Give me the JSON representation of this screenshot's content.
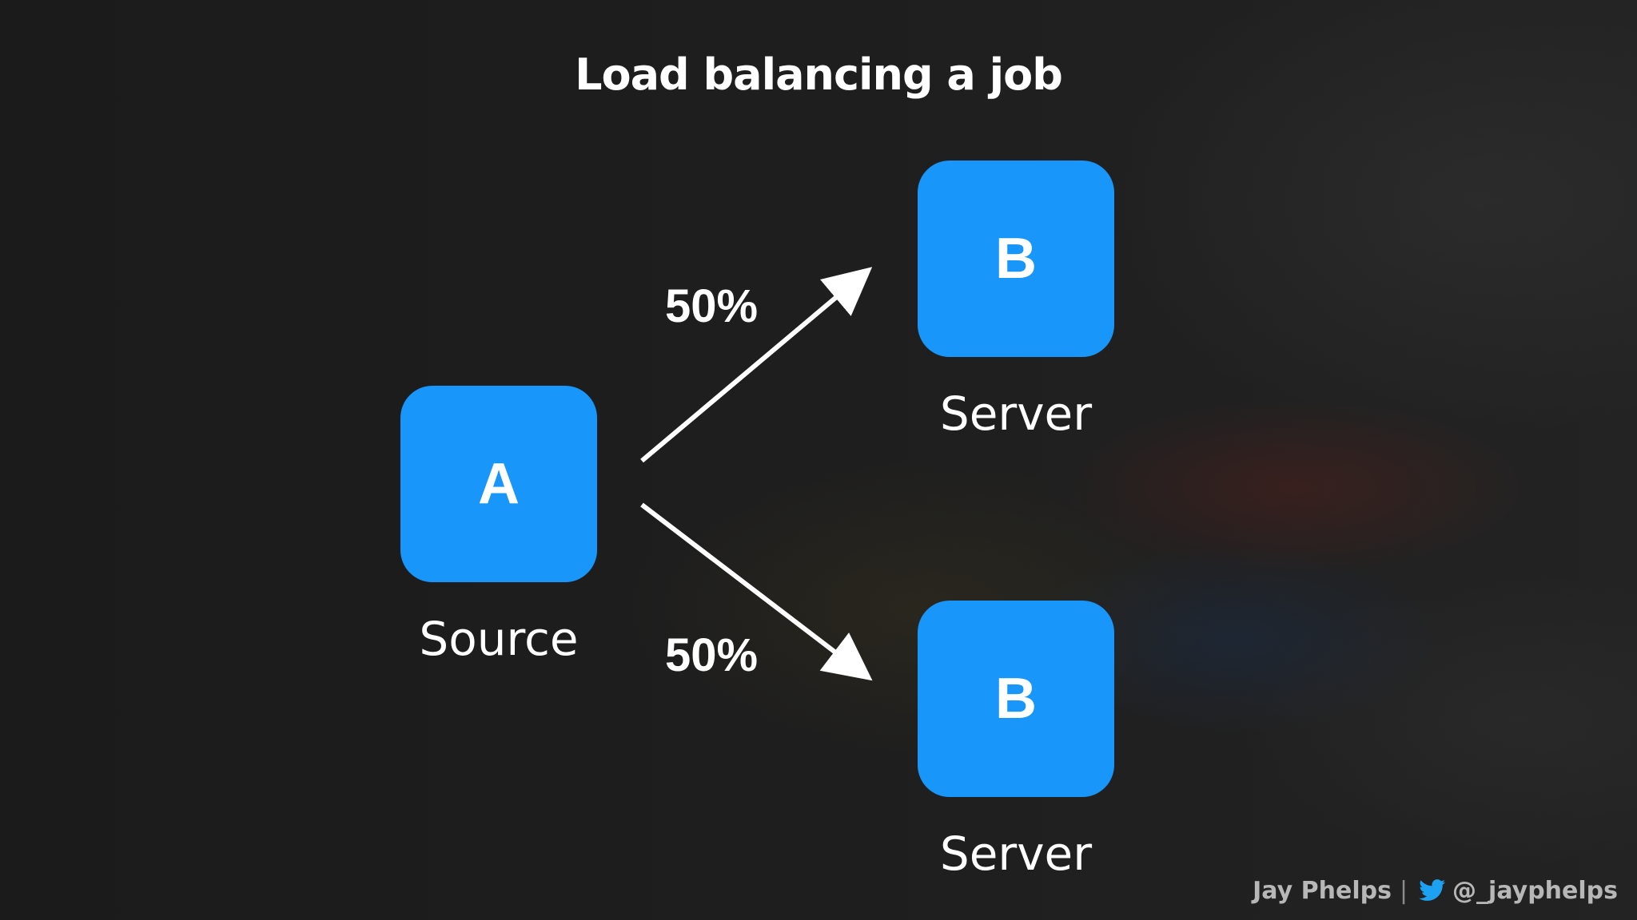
{
  "title": "Load balancing a job",
  "nodes": {
    "source": {
      "letter": "A",
      "label": "Source"
    },
    "server_top": {
      "letter": "B",
      "label": "Server"
    },
    "server_bottom": {
      "letter": "B",
      "label": "Server"
    }
  },
  "edges": {
    "top_percentage": "50%",
    "bottom_percentage": "50%"
  },
  "footer": {
    "author": "Jay Phelps",
    "separator": "|",
    "twitter_handle": "@_jayphelps",
    "icon": "twitter-icon"
  },
  "colors": {
    "node_fill": "#1896fa",
    "background": "#1d1d1d",
    "text": "#ffffff",
    "twitter": "#1da1f2"
  }
}
